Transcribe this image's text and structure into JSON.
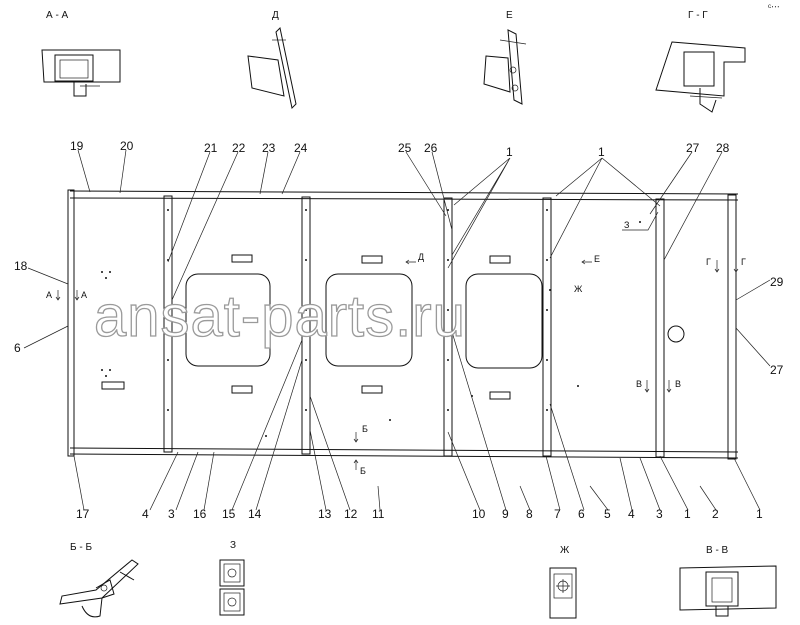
{
  "views": {
    "section_aa": "А - А",
    "view_d": "Д",
    "view_e": "Е",
    "section_gg": "Г - Г",
    "section_bb": "Б - Б",
    "view_z": "З",
    "view_zh": "Ж",
    "section_vv": "В - В"
  },
  "corner_mark": "ᶜ‧‧‧",
  "callouts_top": [
    "19",
    "20",
    "21",
    "22",
    "23",
    "24",
    "25",
    "26",
    "1",
    "1",
    "27",
    "28"
  ],
  "callouts_left": [
    "18",
    "6"
  ],
  "callouts_right": [
    "29",
    "27"
  ],
  "callouts_bottom": [
    "17",
    "4",
    "3",
    "16",
    "15",
    "14",
    "13",
    "12",
    "11",
    "10",
    "9",
    "8",
    "7",
    "6",
    "5",
    "4",
    "3",
    "1",
    "2",
    "1"
  ],
  "section_marks": {
    "a_left": "А",
    "a_right": "А",
    "d": "Д",
    "e": "Е",
    "g_left": "Г",
    "g_right": "Г",
    "zh": "Ж",
    "z": "З",
    "v_left": "В",
    "v_right": "В",
    "b_top": "Б",
    "b_bottom": "Б"
  },
  "watermark": "ansat-parts.ru"
}
